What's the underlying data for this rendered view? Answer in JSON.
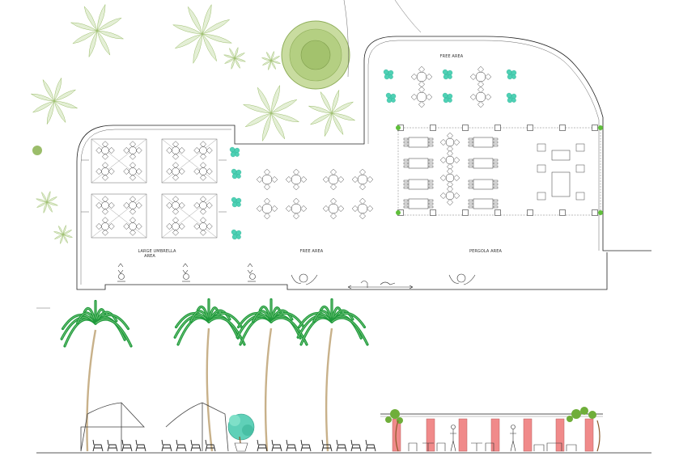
{
  "labels": {
    "free_area_top": "FREE AREA",
    "umbrella_line1": "LARGE UMBRELLA",
    "umbrella_line2": "AREA",
    "free_area_bottom": "FREE AREA",
    "pergola_area": "PERGOLA AREA"
  },
  "colors": {
    "linework": "#222222",
    "shrub": "#4fd1b5",
    "tree_plan": "#9bbd6a",
    "palm_green": "#1f9a3c",
    "pergola_column": "#f08a8a"
  }
}
